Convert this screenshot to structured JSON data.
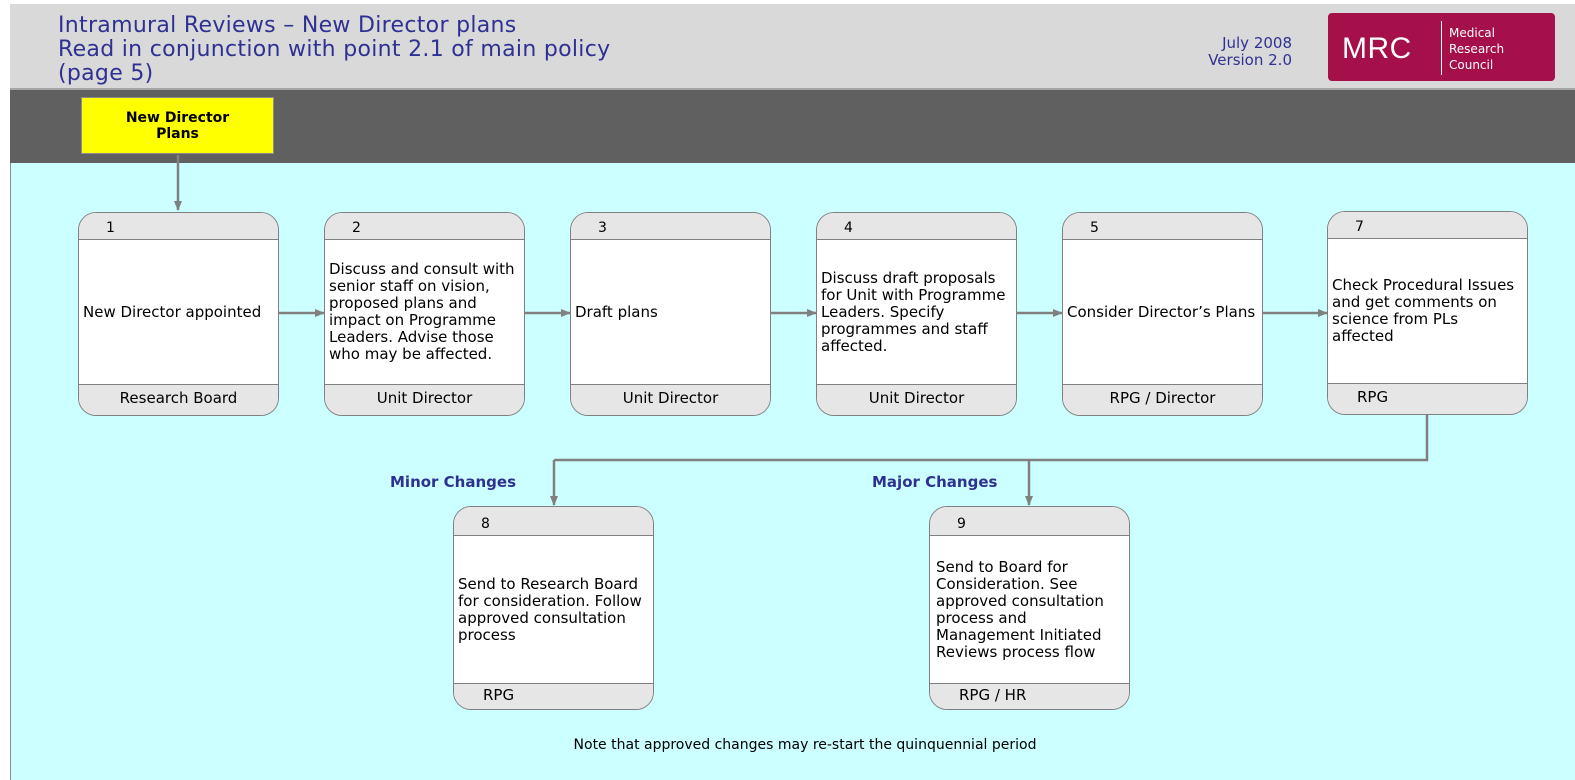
{
  "header": {
    "title_lines": [
      "Intramural Reviews – New Director plans",
      "Read in conjunction with point 2.1 of main policy",
      "(page 5)"
    ],
    "date": "July 2008",
    "version": "Version 2.0"
  },
  "logo": {
    "mark": "MRC",
    "lines": [
      "Medical",
      "Research",
      "Council"
    ]
  },
  "colors": {
    "header_bg": "#d9d9d9",
    "band_bg": "#606060",
    "canvas_bg": "#ccffff",
    "start_box_bg": "#ffff00",
    "logo_bg": "#a50f4a",
    "title_text": "#2e3192",
    "box_header_bg": "#e6e6e6",
    "connector": "#808080"
  },
  "start": {
    "label": "New Director\nPlans"
  },
  "steps": [
    {
      "number": "1",
      "text": "New Director appointed",
      "owner": "Research Board"
    },
    {
      "number": "2",
      "text": "Discuss and consult with senior staff on vision, proposed plans and impact on Programme Leaders. Advise those who may be affected.",
      "owner": "Unit Director"
    },
    {
      "number": "3",
      "text": "Draft plans",
      "owner": "Unit Director"
    },
    {
      "number": "4",
      "text": "Discuss draft proposals for Unit with Programme Leaders.  Specify programmes and staff affected.",
      "owner": "Unit Director"
    },
    {
      "number": "5",
      "text": "Consider Director’s Plans",
      "owner": "RPG / Director"
    },
    {
      "number": "7",
      "text": "Check Procedural Issues and get comments on science from PLs affected",
      "owner": "RPG"
    },
    {
      "number": "8",
      "text": "Send to Research Board for consideration. Follow approved consultation process",
      "owner": "RPG"
    },
    {
      "number": "9",
      "text": "Send to Board for Consideration. See approved consultation process and Management Initiated Reviews process flow",
      "owner": "RPG / HR"
    }
  ],
  "branches": {
    "minor": "Minor Changes",
    "major": "Major Changes"
  },
  "note": "Note that approved changes may re-start the quinquennial period"
}
